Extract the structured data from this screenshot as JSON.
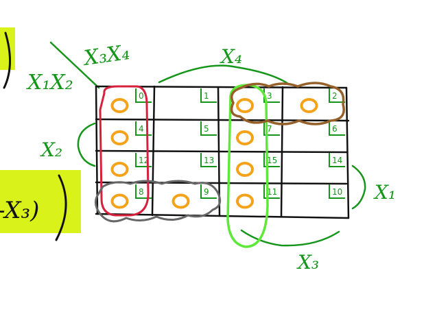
{
  "corner_labels": {
    "rows": "X₁X₂",
    "cols": "X₃X₄"
  },
  "side_labels": {
    "x4": "X₄",
    "x2": "X₂",
    "x1": "X₁",
    "x3": "X₃"
  },
  "left_fragment": "-X₃)",
  "cell_numbers": [
    [
      "0",
      "1",
      "3",
      "2"
    ],
    [
      "4",
      "5",
      "7",
      "6"
    ],
    [
      "12",
      "13",
      "15",
      "14"
    ],
    [
      "8",
      "9",
      "11",
      "10"
    ]
  ],
  "ones": [
    [
      true,
      false,
      true,
      true
    ],
    [
      true,
      false,
      true,
      false
    ],
    [
      true,
      false,
      true,
      false
    ],
    [
      true,
      true,
      true,
      false
    ]
  ],
  "colors": {
    "ink_green": "#15961a",
    "mark_orange": "#f5a21b",
    "grid": "#111111",
    "highlight": "#d9f21a",
    "red_group": "#d6203c",
    "green_group": "#5ee83a",
    "brown_group": "#96602a",
    "gray_group": "#666666"
  },
  "groups": [
    {
      "name": "red-group",
      "cells": "column X₃X₄=00"
    },
    {
      "name": "green-group",
      "cells": "column X₃X₄=11"
    },
    {
      "name": "brown-group",
      "cells": "row X₁X₂=00, cells 3 and 2"
    },
    {
      "name": "gray-group",
      "cells": "row X₁X₂=10, cells 8 and 9"
    }
  ]
}
